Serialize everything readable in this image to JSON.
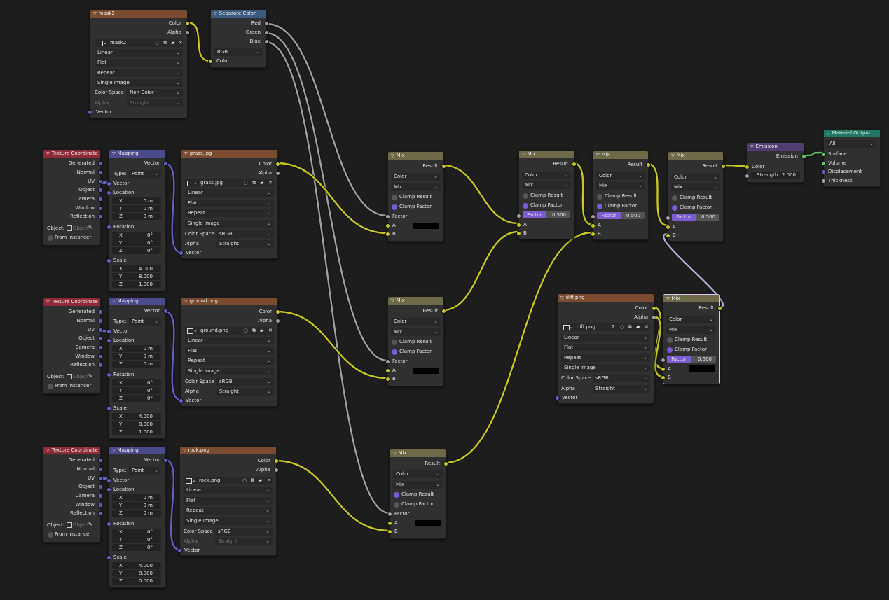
{
  "colors": {
    "color_socket": "#c7c729",
    "float_socket": "#a1a1a1",
    "vector_socket": "#6363c7",
    "shader_socket": "#63c763",
    "selected_border": "#d9c8ff",
    "accent": "#7c5cd3"
  },
  "mask2": {
    "title": "mask2",
    "out_color": "Color",
    "out_alpha": "Alpha",
    "image_name": "mask2",
    "interp": "Linear",
    "proj": "Flat",
    "ext": "Repeat",
    "source": "Single Image",
    "cs_label": "Color Space",
    "cs_value": "Non-Color",
    "alpha_label": "Alpha",
    "alpha_value": "Straight",
    "in_vector": "Vector"
  },
  "sep": {
    "title": "Separate Color",
    "red": "Red",
    "green": "Green",
    "blue": "Blue",
    "mode": "RGB",
    "in_color": "Color"
  },
  "tc": {
    "title": "Texture Coordinate",
    "outs": [
      "Generated",
      "Normal",
      "UV",
      "Object",
      "Camera",
      "Window",
      "Reflection"
    ],
    "object_label": "Object:",
    "object_placeholder": "Object",
    "from_instancer": "From Instancer"
  },
  "mapping": {
    "title": "Mapping",
    "out_vector": "Vector",
    "type_label": "Type:",
    "type_value": "Point",
    "in_vector": "Vector",
    "location": "Location",
    "rotation": "Rotation",
    "scale": "Scale",
    "x": "X",
    "y": "Y",
    "z": "Z"
  },
  "map1": {
    "loc": [
      "0 m",
      "0 m",
      "0 m"
    ],
    "rot": [
      "0°",
      "0°",
      "0°"
    ],
    "scale": [
      "4.000",
      "8.000",
      "1.000"
    ]
  },
  "map2": {
    "loc": [
      "0 m",
      "0 m",
      "0 m"
    ],
    "rot": [
      "0°",
      "0°",
      "0°"
    ],
    "scale": [
      "4.000",
      "8.000",
      "1.000"
    ]
  },
  "map3": {
    "loc": [
      "0 m",
      "0 m",
      "0 m"
    ],
    "rot": [
      "0°",
      "0°",
      "0°"
    ],
    "scale": [
      "4.000",
      "8.000",
      "0.000"
    ]
  },
  "img_common": {
    "out_color": "Color",
    "out_alpha": "Alpha",
    "interp": "Linear",
    "proj": "Flat",
    "ext": "Repeat",
    "source": "Single Image",
    "cs_label": "Color Space",
    "cs_value": "sRGB",
    "alpha_label": "Alpha",
    "alpha_value": "Straight",
    "in_vector": "Vector"
  },
  "grass": {
    "title": "grass.jpg",
    "image_name": "grass.jpg"
  },
  "ground": {
    "title": "ground.png",
    "image_name": "ground.png"
  },
  "rock": {
    "title": "rock.png",
    "image_name": "rock.png"
  },
  "diff": {
    "title": "diff.png",
    "image_name": "diff.png",
    "users": "2"
  },
  "mix": {
    "title": "Mix",
    "result": "Result",
    "data_type": "Color",
    "blend": "Mix",
    "clamp_result": "Clamp Result",
    "clamp_factor": "Clamp Factor",
    "factor": "Factor",
    "a": "A",
    "b": "B"
  },
  "mix_factor_value": "0.500",
  "emission": {
    "title": "Emission",
    "out": "Emission",
    "in_color": "Color",
    "strength_label": "Strength",
    "strength_value": "2.000"
  },
  "output": {
    "title": "Material Output",
    "target": "All",
    "surface": "Surface",
    "volume": "Volume",
    "displacement": "Displacement",
    "thickness": "Thickness"
  }
}
